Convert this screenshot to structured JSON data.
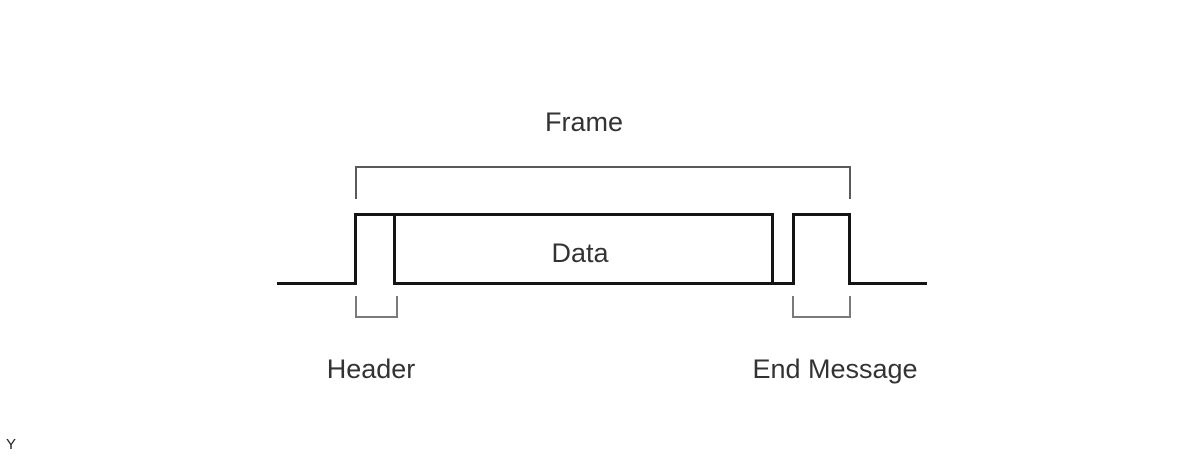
{
  "diagram": {
    "frame_label": "Frame",
    "data_label": "Data",
    "header_label": "Header",
    "end_message_label": "End Message",
    "corner_label": "Y"
  },
  "colors": {
    "background": "#ffffff",
    "signal_line": "#141414",
    "frame_bracket_line": "#5a5a5a",
    "under_brace_line": "#7a7a7a",
    "label_text": "#333333"
  }
}
